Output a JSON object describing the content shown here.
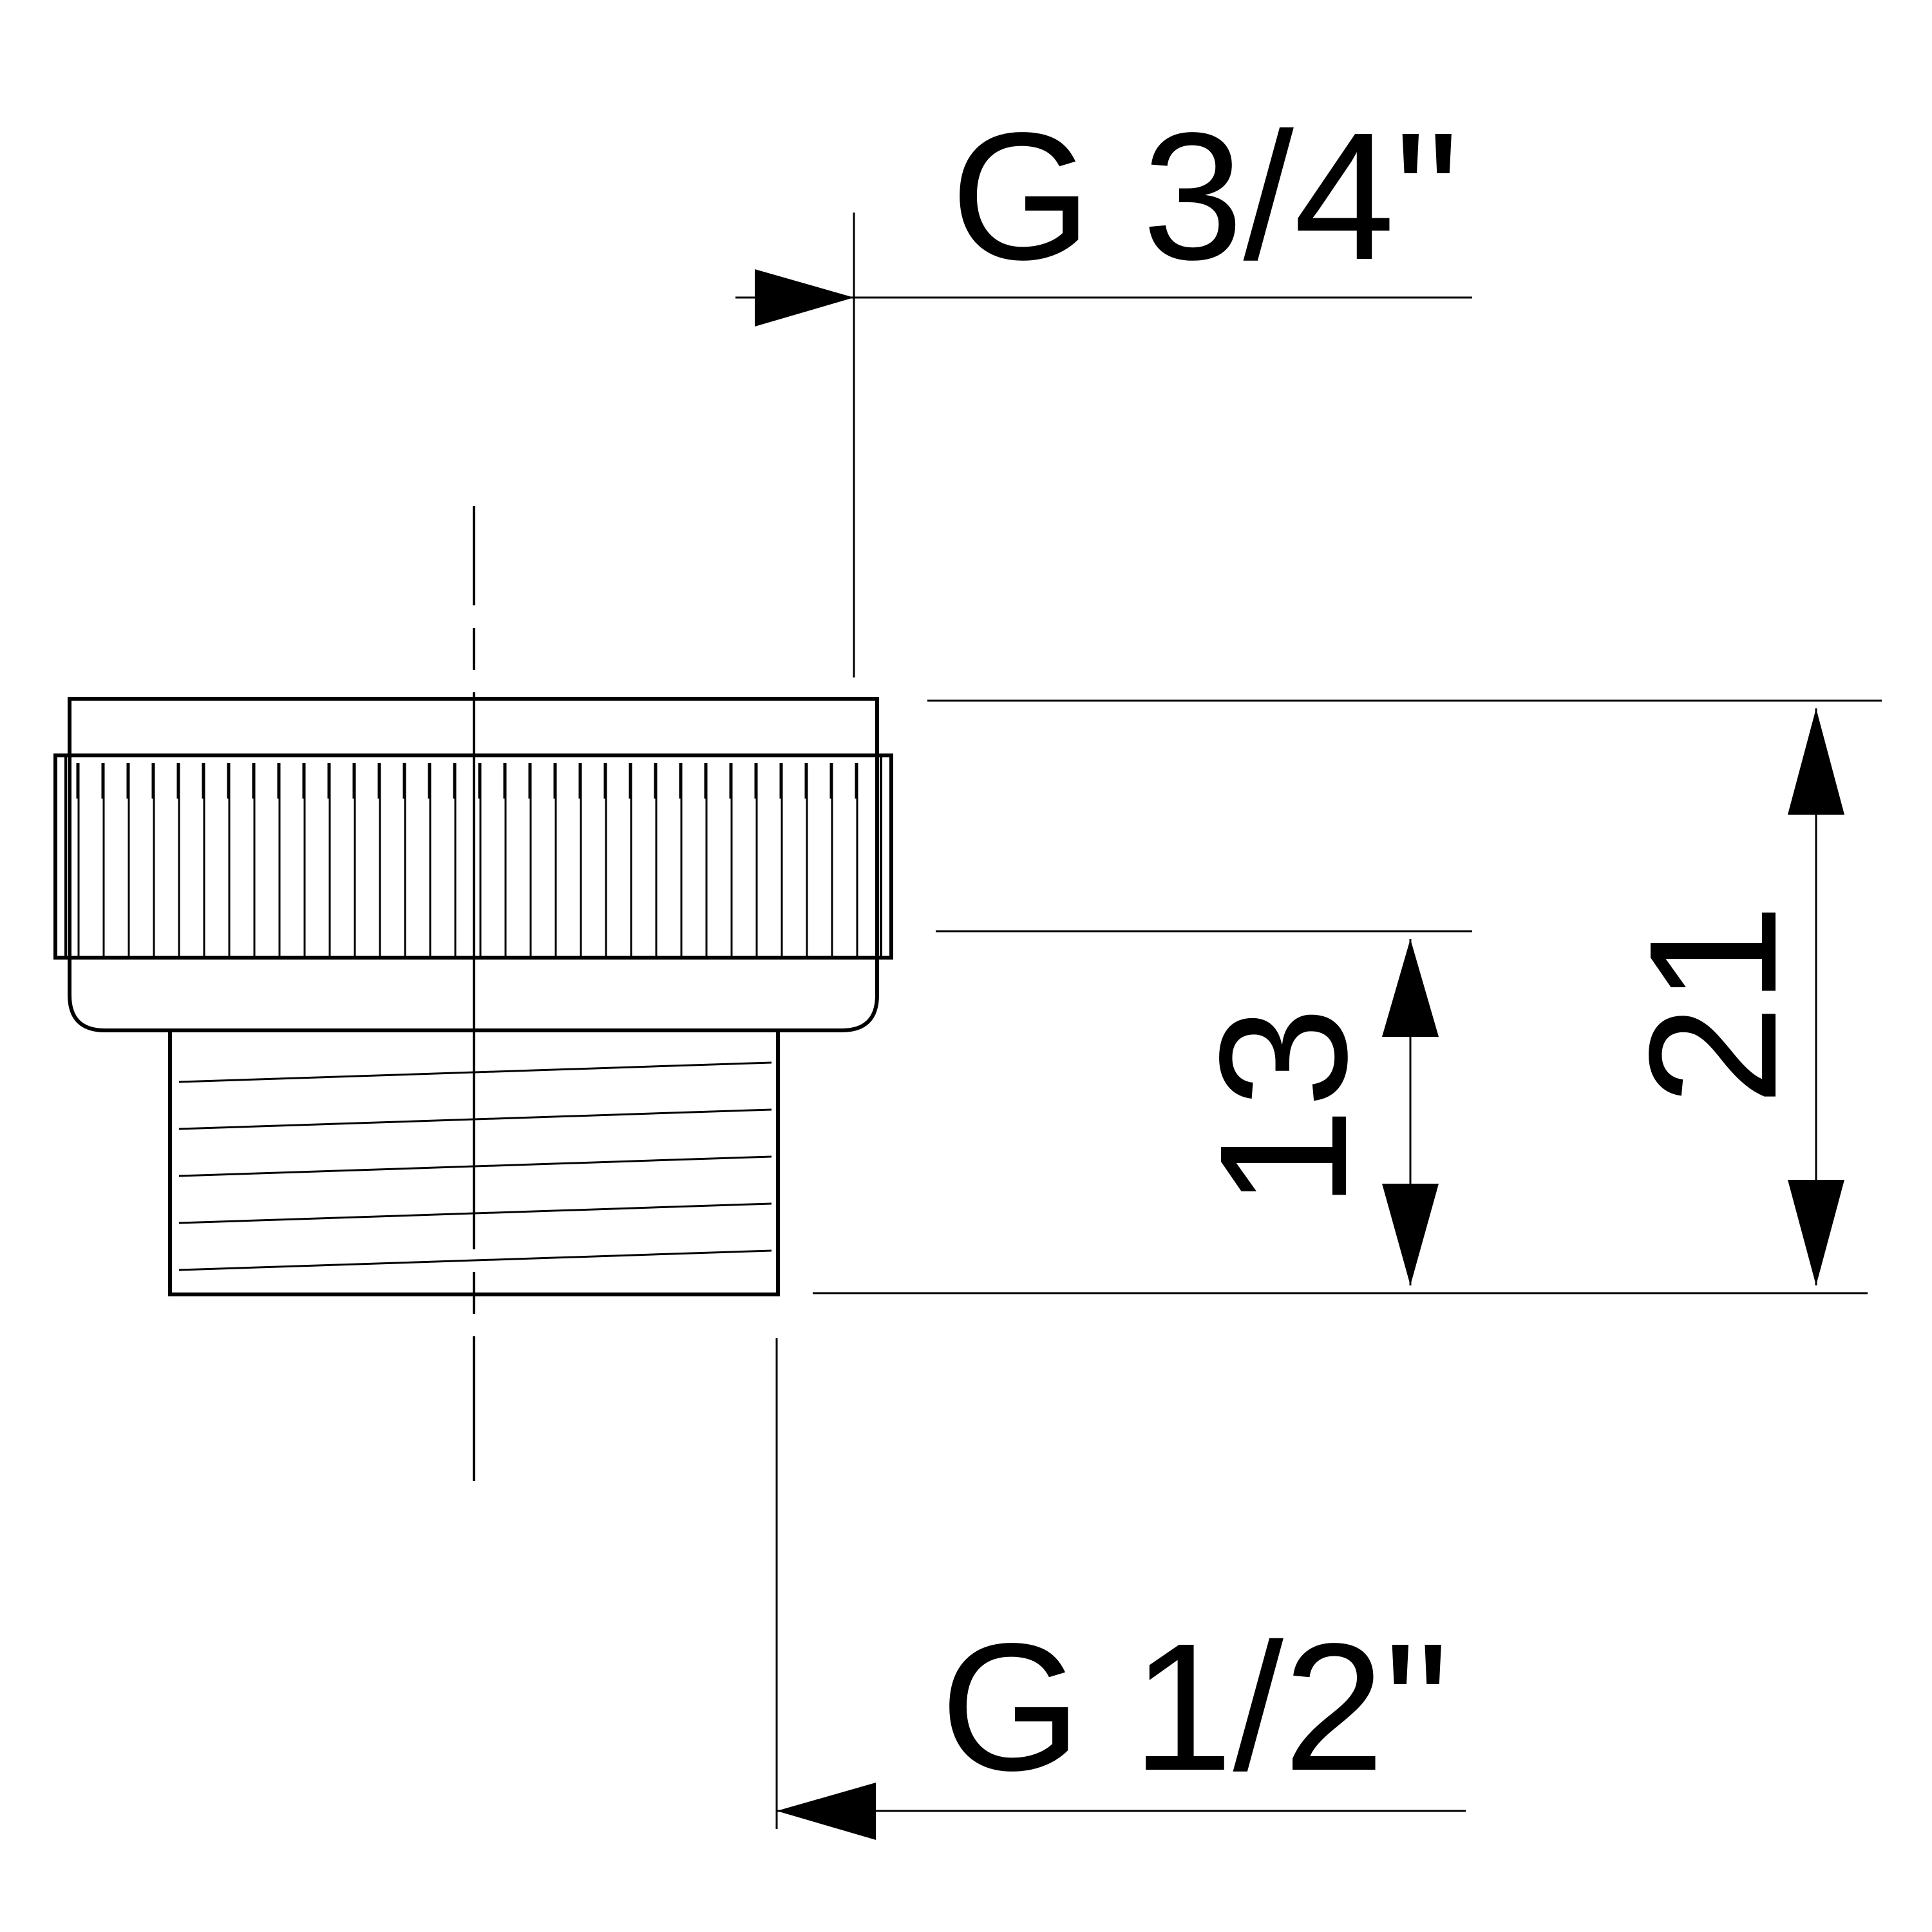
{
  "colors": {
    "stroke": "#000000",
    "background": "#ffffff"
  },
  "labels": {
    "top_thread": "G 3/4\"",
    "bottom_thread": "G 1/2\"",
    "dim_total_height": "21",
    "dim_thread_length": "13"
  }
}
